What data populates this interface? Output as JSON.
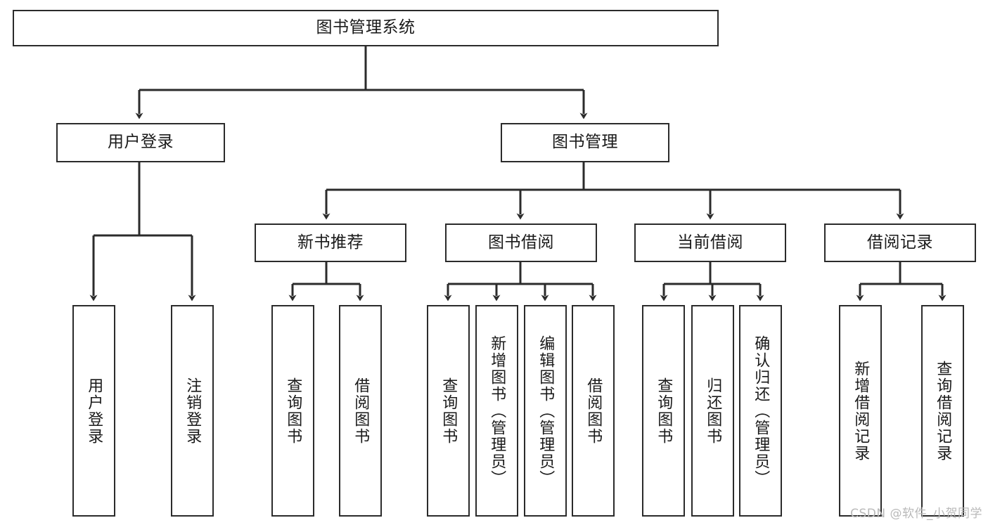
{
  "diagram": {
    "title": "图书管理系统",
    "type": "tree",
    "stroke_color": "#2b2b2b",
    "background_color": "#ffffff",
    "root": {
      "label": "图书管理系统"
    },
    "level1": [
      {
        "label": "用户登录"
      },
      {
        "label": "图书管理"
      }
    ],
    "level2": [
      {
        "label": "新书推荐"
      },
      {
        "label": "图书借阅"
      },
      {
        "label": "当前借阅"
      },
      {
        "label": "借阅记录"
      }
    ],
    "leaves": {
      "user_login": [
        {
          "label": "用户登录"
        },
        {
          "label": "注销登录"
        }
      ],
      "new_book_recommend": [
        {
          "label": "查询图书"
        },
        {
          "label": "借阅图书"
        }
      ],
      "book_borrow": [
        {
          "label": "查询图书"
        },
        {
          "label": "新增图书（管理员）"
        },
        {
          "label": "编辑图书（管理员）"
        },
        {
          "label": "借阅图书"
        }
      ],
      "current_borrow": [
        {
          "label": "查询图书"
        },
        {
          "label": "归还图书"
        },
        {
          "label": "确认归还（管理员）"
        }
      ],
      "borrow_record": [
        {
          "label": "新增借阅记录"
        },
        {
          "label": "查询借阅记录"
        }
      ]
    }
  },
  "watermark": {
    "text": "CSDN @软件_小贺同学"
  }
}
